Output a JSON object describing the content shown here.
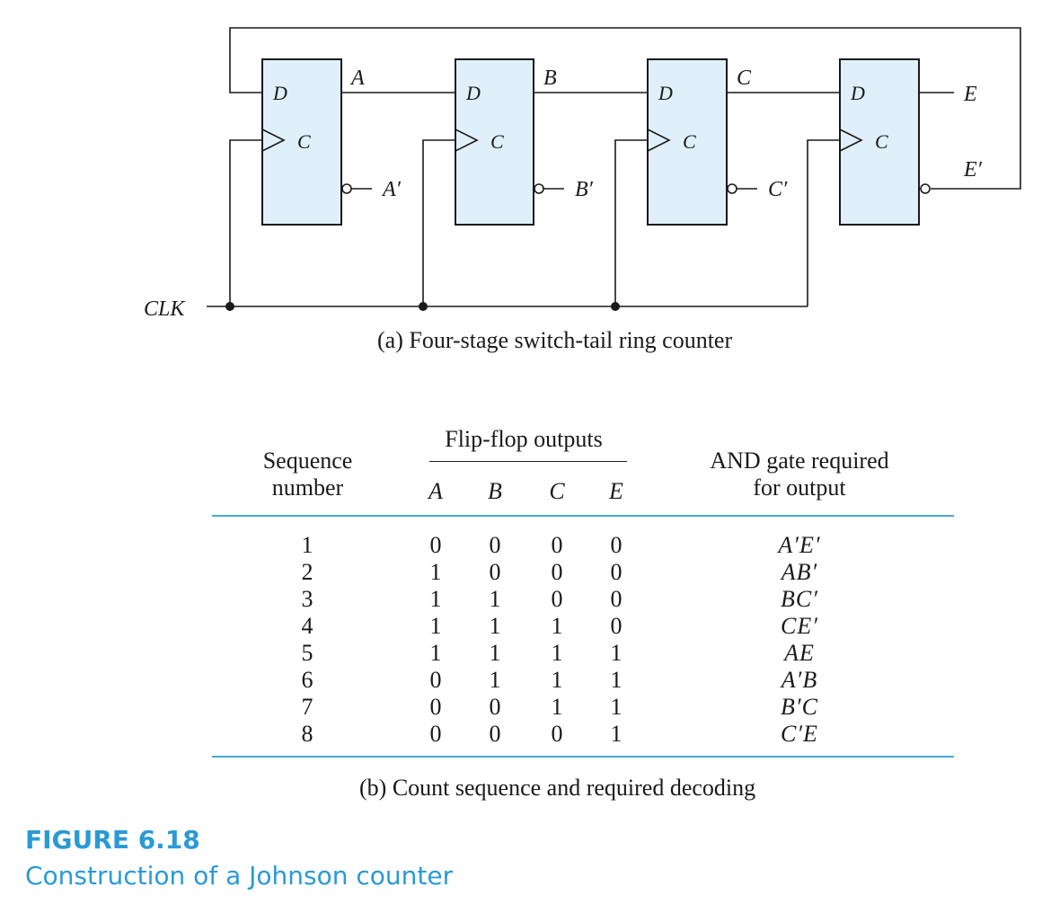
{
  "circuit": {
    "stages": [
      {
        "d_label": "D",
        "c_label": "C",
        "q_label": "A",
        "qn_label": "A′"
      },
      {
        "d_label": "D",
        "c_label": "C",
        "q_label": "B",
        "qn_label": "B′"
      },
      {
        "d_label": "D",
        "c_label": "C",
        "q_label": "C",
        "qn_label": "C′"
      },
      {
        "d_label": "D",
        "c_label": "C",
        "q_label": "E",
        "qn_label": "E′"
      }
    ],
    "clock_label": "CLK",
    "caption": "(a) Four-stage switch-tail ring counter",
    "colors": {
      "flip_flop_fill": "#dff0fa",
      "line": "#1a1a1a"
    }
  },
  "table": {
    "header_sequence": "Sequence number",
    "header_sequence_lines": [
      "Sequence",
      "number"
    ],
    "header_outputs": "Flip-flop outputs",
    "columns": [
      "A",
      "B",
      "C",
      "E"
    ],
    "header_gate": "AND gate required for output",
    "header_gate_lines": [
      "AND gate required",
      "for output"
    ],
    "rows": [
      {
        "seq": "1",
        "a": "0",
        "b": "0",
        "c": "0",
        "e": "0",
        "gate": "A′E′"
      },
      {
        "seq": "2",
        "a": "1",
        "b": "0",
        "c": "0",
        "e": "0",
        "gate": "AB′"
      },
      {
        "seq": "3",
        "a": "1",
        "b": "1",
        "c": "0",
        "e": "0",
        "gate": "BC′"
      },
      {
        "seq": "4",
        "a": "1",
        "b": "1",
        "c": "1",
        "e": "0",
        "gate": "CE′"
      },
      {
        "seq": "5",
        "a": "1",
        "b": "1",
        "c": "1",
        "e": "1",
        "gate": "AE"
      },
      {
        "seq": "6",
        "a": "0",
        "b": "1",
        "c": "1",
        "e": "1",
        "gate": "A′B"
      },
      {
        "seq": "7",
        "a": "0",
        "b": "0",
        "c": "1",
        "e": "1",
        "gate": "B′C"
      },
      {
        "seq": "8",
        "a": "0",
        "b": "0",
        "c": "0",
        "e": "1",
        "gate": "C′E"
      }
    ],
    "caption": "(b) Count sequence and required decoding",
    "rule_color": "#48a8d8"
  },
  "figure": {
    "number": "FIGURE 6.18",
    "title": "Construction of a Johnson counter",
    "color": "#2a9ad6"
  }
}
